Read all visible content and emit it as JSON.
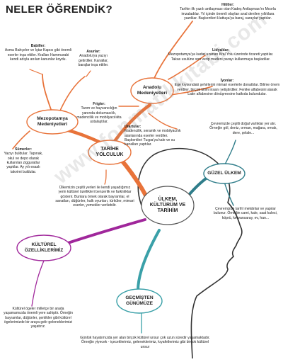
{
  "title": "NELER ÖĞRENDİK?",
  "watermark": "www.fonmatikkitabi.com",
  "colors": {
    "central_fill": "#ffffff",
    "branch_orange": "#e8733a",
    "branch_teal": "#2f7d8a",
    "branch_purple": "#a0279b",
    "branch_teal2": "#3aa0a8",
    "head_outline": "#333333"
  },
  "nodes": {
    "central": "ÜLKEM, KÜLTÜRÜM VE TARİHİM",
    "tarihe": "TARİHE YOLCULUK",
    "mezopotamya": "Mezopotamya Medeniyetleri",
    "anadolu": "Anadolu Medeniyetleri",
    "guzel": "GÜZEL ÜLKEM",
    "kulturel": "KÜLTÜREL ÖZELLİKLERİMİZ",
    "gecmisten": "GEÇMİŞTEN GÜNÜMÜZE"
  },
  "texts": {
    "babiller_title": "Babiller:",
    "babiller": "Asma Bahçeler ve İştar Kapısı gibi önemli eserler inşa ettiler. Kralları Hammurabi kendi adıyla anılan kanunlar koydu.",
    "asurlar_title": "Asurlar:",
    "asurlar": "Anadolu'ya yazıyı getirdiler. Kanallar, barajlar inşa ettiler.",
    "hititler_title": "Hititler:",
    "hititler": "Tarihin ilk yazılı antlaşması olan Kadeş Antlaşması'nı Mısırla imzaladılar. Yıl içinde önemli olayları anal denilen yıllıklara yazdılar. Başkentleri Hattuşa'ya baraj, saraylar yaptılar.",
    "lidyalilar_title": "Lidyalılar:",
    "lidyalilar": "Mezopotamya'ya kadar uzanan Kral Yolu üzerinde ticareti yaptılar. Takas usulüne son verip madeni parayı kullanmaya başladılar.",
    "iyonlar_title": "İyonlar:",
    "iyonlar": "Ege kıyısındaki şehirlerini mimari eserlerle donattılar. Bilime önem verdiler, birçok bilim insanı yetiştirdiler. Fenike alfabesini alarak Latin alfabesine dönüşmesine katkıda bulundular.",
    "frigler_title": "Frigler:",
    "frigler": "Tarım ve hayvancılığın yanında dokumacılık, madencilik ve mobilyacılıkta ustalaştılar.",
    "urartular_title": "Urartular:",
    "urartular": "Madencilik, seramik ve mobilyacılık alanlarında eserler verdiler. Başkentleri Tuşpa'ya kale ve su kanalları yaptılar.",
    "sumerler_title": "Sümerler:",
    "sumerler": "Yazıyı buldular. Tapınak, okul ve depo olarak kullanılan zigguratlar yaptılar. Ay yılı esaslı takvimi buldular.",
    "ulkemizin": "Ülkemizin çeşitli yerleri ile kendi yaşadığımız yerin kültürel özellikleri benzerlik ve farklılıklar gösterir. Bunlara örnek olarak bayramlar, el sanatları, düğünler, halk oyunları, türküler, mimari eserler, yemekler verilebilir.",
    "guzel_top": "Çevremizde çeşitli doğal varlıklar yer alır. Örneğin göl, deniz, orman, mağara, ırmak, dere, şelale...",
    "guzel_bottom": "Çevremizde tarihî mekânlar ve yapılar bulunur. Örneğin cami, kale, saat kulesi, köprü, kervansaray, ev, han...",
    "kulturel": "Kültürel ögeler milletçe bir arada yaşamamızda önemli yere sahiptir. Örneğin bayramlar, düğünler, şenlikler gibi kültürel ögelerimizde bir araya gelir geleneklerimizi yaşatırız.",
    "gecmisten": "Günlük hayatımızda yer alan birçok kültürel unsur çok uzun süredir yaşamaktadır. Örneğin yiyecek - içeceklerimiz, geleneklerimiz, kıyafetlerimiz gibi birçok kültürel unsur"
  }
}
